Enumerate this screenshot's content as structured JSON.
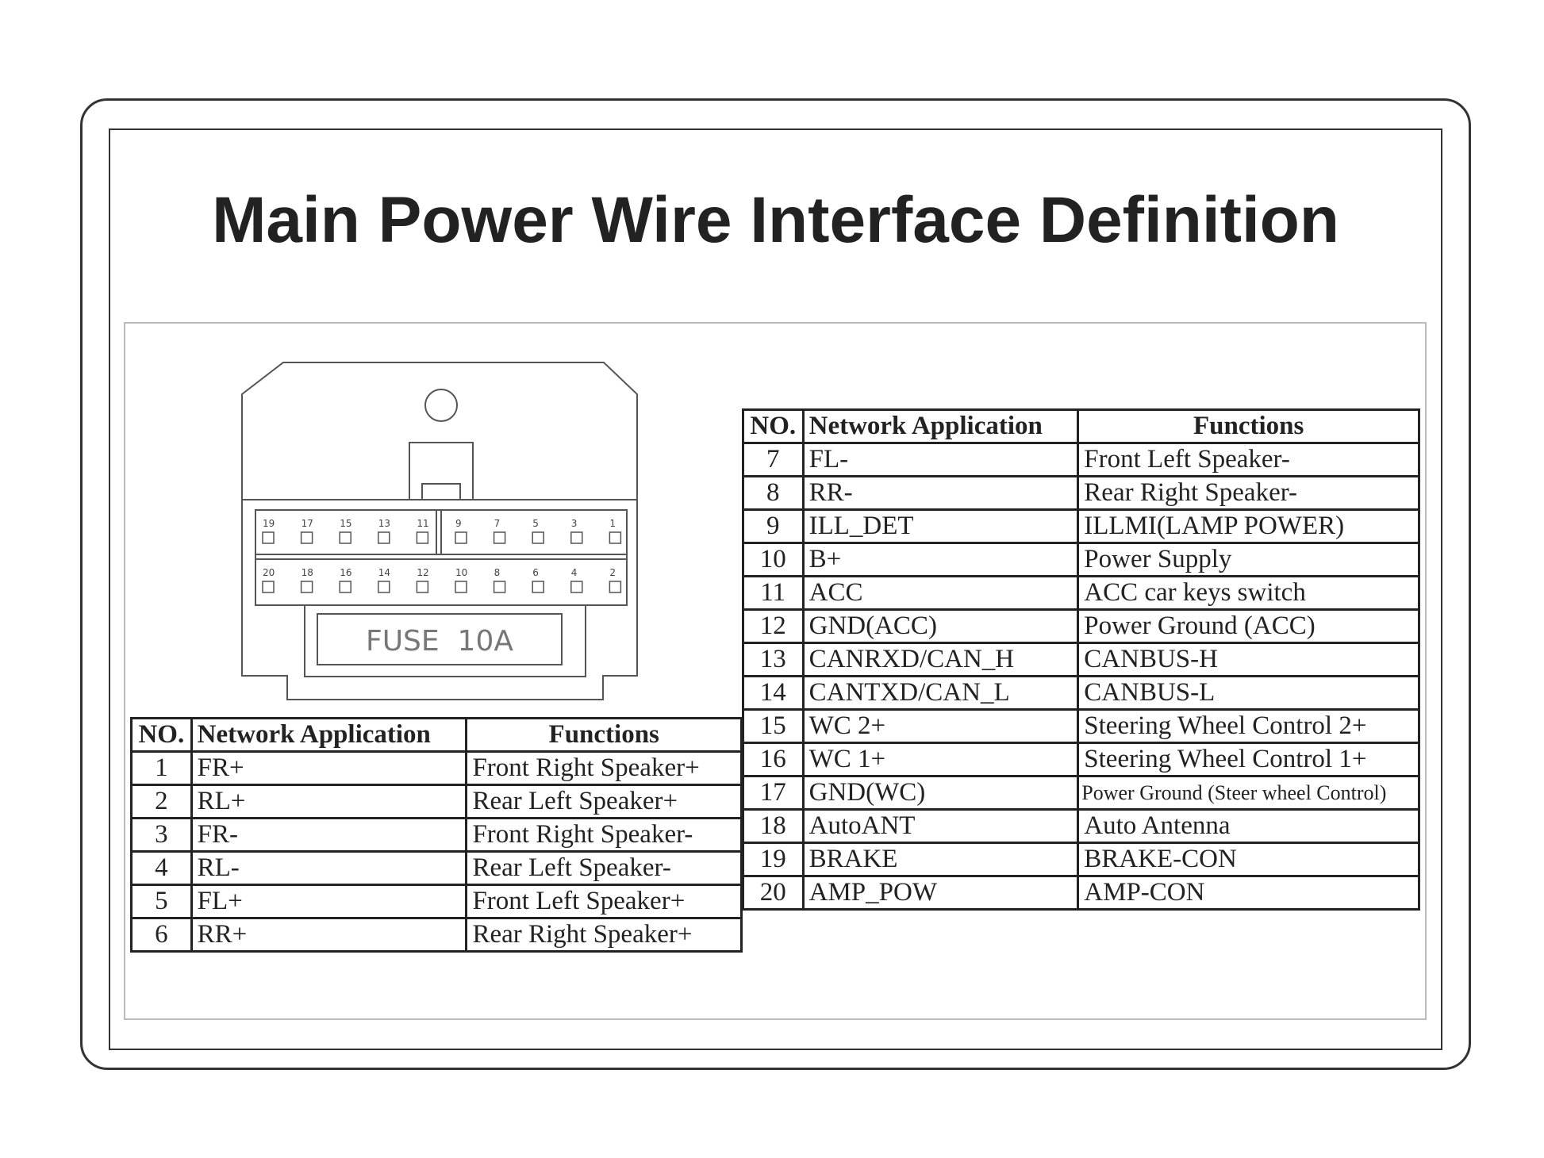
{
  "title": "Main Power Wire Interface Definition",
  "connector": {
    "top_row_labels": [
      "19",
      "17",
      "15",
      "13",
      "11",
      "9",
      "7",
      "5",
      "3",
      "1"
    ],
    "bottom_row_labels": [
      "20",
      "18",
      "16",
      "14",
      "12",
      "10",
      "8",
      "6",
      "4",
      "2"
    ],
    "fuse_label": "FUSE  10A"
  },
  "headers": {
    "no": "NO.",
    "network_application": "Network Application",
    "functions": "Functions"
  },
  "left_table": [
    {
      "no": "1",
      "app": "FR+",
      "fn": "Front Right Speaker+"
    },
    {
      "no": "2",
      "app": "RL+",
      "fn": "Rear Left Speaker+"
    },
    {
      "no": "3",
      "app": "FR-",
      "fn": "Front Right Speaker-"
    },
    {
      "no": "4",
      "app": "RL-",
      "fn": "Rear Left Speaker-"
    },
    {
      "no": "5",
      "app": "FL+",
      "fn": "Front Left Speaker+"
    },
    {
      "no": "6",
      "app": "RR+",
      "fn": "Rear Right Speaker+"
    }
  ],
  "right_table": [
    {
      "no": "7",
      "app": "FL-",
      "fn": "Front Left Speaker-"
    },
    {
      "no": "8",
      "app": "RR-",
      "fn": "Rear Right Speaker-"
    },
    {
      "no": "9",
      "app": "ILL_DET",
      "fn": "ILLMI(LAMP POWER)"
    },
    {
      "no": "10",
      "app": "B+",
      "fn": "Power Supply"
    },
    {
      "no": "11",
      "app": "ACC",
      "fn": "ACC car keys switch"
    },
    {
      "no": "12",
      "app": "GND(ACC)",
      "fn": "Power Ground (ACC)"
    },
    {
      "no": "13",
      "app": "CANRXD/CAN_H",
      "fn": "CANBUS-H"
    },
    {
      "no": "14",
      "app": "CANTXD/CAN_L",
      "fn": "CANBUS-L"
    },
    {
      "no": "15",
      "app": "WC 2+",
      "fn": "Steering Wheel Control 2+"
    },
    {
      "no": "16",
      "app": "WC 1+",
      "fn": "Steering Wheel Control 1+"
    },
    {
      "no": "17",
      "app": "GND(WC)",
      "fn": "Power Ground (Steer wheel Control)"
    },
    {
      "no": "18",
      "app": "AutoANT",
      "fn": "Auto Antenna"
    },
    {
      "no": "19",
      "app": "BRAKE",
      "fn": "BRAKE-CON"
    },
    {
      "no": "20",
      "app": "AMP_POW",
      "fn": "AMP-CON"
    }
  ]
}
